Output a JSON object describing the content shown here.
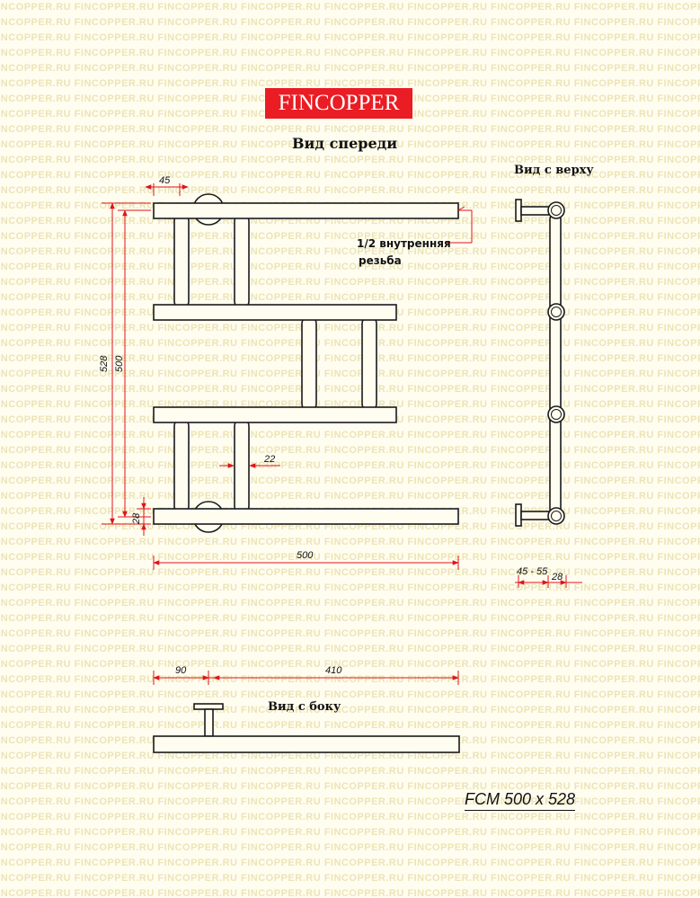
{
  "watermark": "FINCOPPER.RU FINCOPPER.RU FINCOPPER.RU FINCOPPER.RU FINCOPPER.RU FINCOPPER.RU FINCOPPER.RU FINCOPPER.RU FINCOPPER.RU",
  "brand": "FINCOPPER",
  "views": {
    "front": "Вид спереди",
    "top": "Вид с верху",
    "side": "Вид с боку"
  },
  "note": {
    "line1": "1/2 внутренняя",
    "line2": "резьба"
  },
  "dimensions": {
    "top_offset": "45",
    "total_height": "528",
    "axis_height": "500",
    "bottom_offset": "28",
    "pipe_diameter": "22",
    "width": "500",
    "wall_distance": "45 - 55",
    "tube_depth": "28",
    "side_offset": "90",
    "side_length": "410"
  },
  "model": "FCM 500 x 528",
  "colors": {
    "background": "#fffdf0",
    "watermark": "#ece4b6",
    "dimension": "#e0141a",
    "outline": "#1a1a1a",
    "brand_bg": "#ea1c24"
  }
}
